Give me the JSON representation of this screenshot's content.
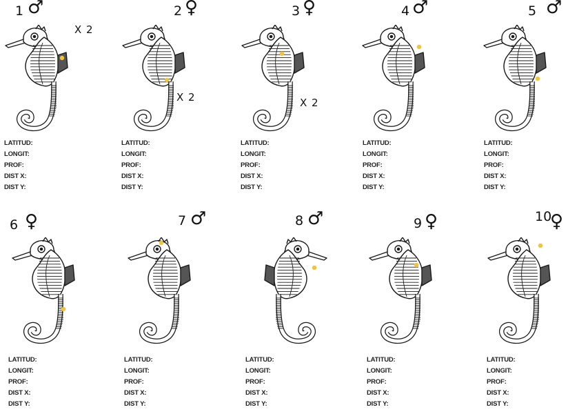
{
  "labels": {
    "latitud": "LATITUD:",
    "longit": "LONGIT:",
    "prof": "PROF:",
    "dist_x": "DIST X:",
    "dist_y": "DIST Y:"
  },
  "colors": {
    "mark": "#f2c33c",
    "ink": "#111111"
  },
  "symbols": {
    "male": "♂",
    "female": "♀"
  },
  "specimens": [
    {
      "number": "1",
      "sex": "male",
      "count": "X 2",
      "mark": "chest",
      "flip": false
    },
    {
      "number": "2",
      "sex": "female",
      "count": "X 2",
      "mark": "tail-upper",
      "flip": false
    },
    {
      "number": "3",
      "sex": "female",
      "count": "X 2",
      "mark": "belly-upper",
      "flip": false
    },
    {
      "number": "4",
      "sex": "male",
      "count": "",
      "mark": "outside-right",
      "flip": false
    },
    {
      "number": "5",
      "sex": "male",
      "count": "",
      "mark": "tail-right",
      "flip": false
    },
    {
      "number": "6",
      "sex": "female",
      "count": "",
      "mark": "tail-mid",
      "flip": false
    },
    {
      "number": "7",
      "sex": "male",
      "count": "",
      "mark": "above-head",
      "flip": false
    },
    {
      "number": "8",
      "sex": "male",
      "count": "",
      "mark": "back-left",
      "flip": true
    },
    {
      "number": "9",
      "sex": "female",
      "count": "",
      "mark": "chest-right",
      "flip": false
    },
    {
      "number": "10",
      "sex": "female",
      "count": "",
      "mark": "outside-head",
      "flip": false
    }
  ]
}
